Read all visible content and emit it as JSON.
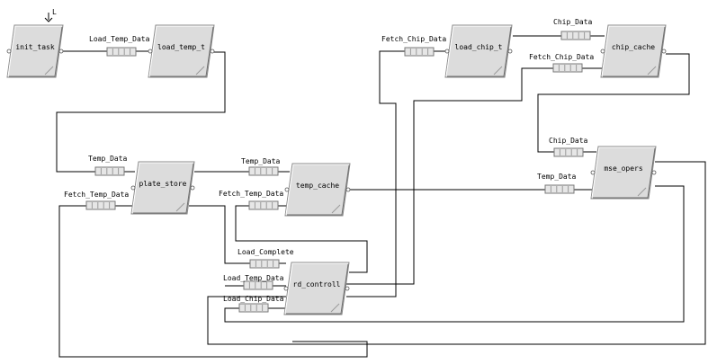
{
  "tasks": [
    {
      "id": "init",
      "label": "init_task"
    },
    {
      "id": "loadtemp",
      "label": "load_temp_t"
    },
    {
      "id": "tplstore",
      "label": "plate_store"
    },
    {
      "id": "tempcache",
      "label": "temp_cache"
    },
    {
      "id": "loadchip",
      "label": "load_chip_t"
    },
    {
      "id": "chipcache",
      "label": "chip_cache"
    },
    {
      "id": "mseopers",
      "label": "mse_opers"
    },
    {
      "id": "ctrl",
      "label": "rd_controll"
    }
  ],
  "start_marker": "L",
  "channels": [
    {
      "id": "c1",
      "label": "Load_Temp_Data"
    },
    {
      "id": "c2",
      "label": "Temp_Data"
    },
    {
      "id": "c3",
      "label": "Fetch_Temp_Data"
    },
    {
      "id": "c4",
      "label": "Temp_Data"
    },
    {
      "id": "c5",
      "label": "Fetch_Temp_Data"
    },
    {
      "id": "c6",
      "label": "Load_Complete"
    },
    {
      "id": "c7",
      "label": "Load_Temp_Data"
    },
    {
      "id": "c8",
      "label": "Load_Chip_Data"
    },
    {
      "id": "c9",
      "label": "Fetch_Chip_Data"
    },
    {
      "id": "c10",
      "label": "Chip_Data"
    },
    {
      "id": "c11",
      "label": "Fetch_Chip_Data"
    },
    {
      "id": "c12",
      "label": "Chip_Data"
    },
    {
      "id": "c13",
      "label": "Temp_Data"
    }
  ]
}
